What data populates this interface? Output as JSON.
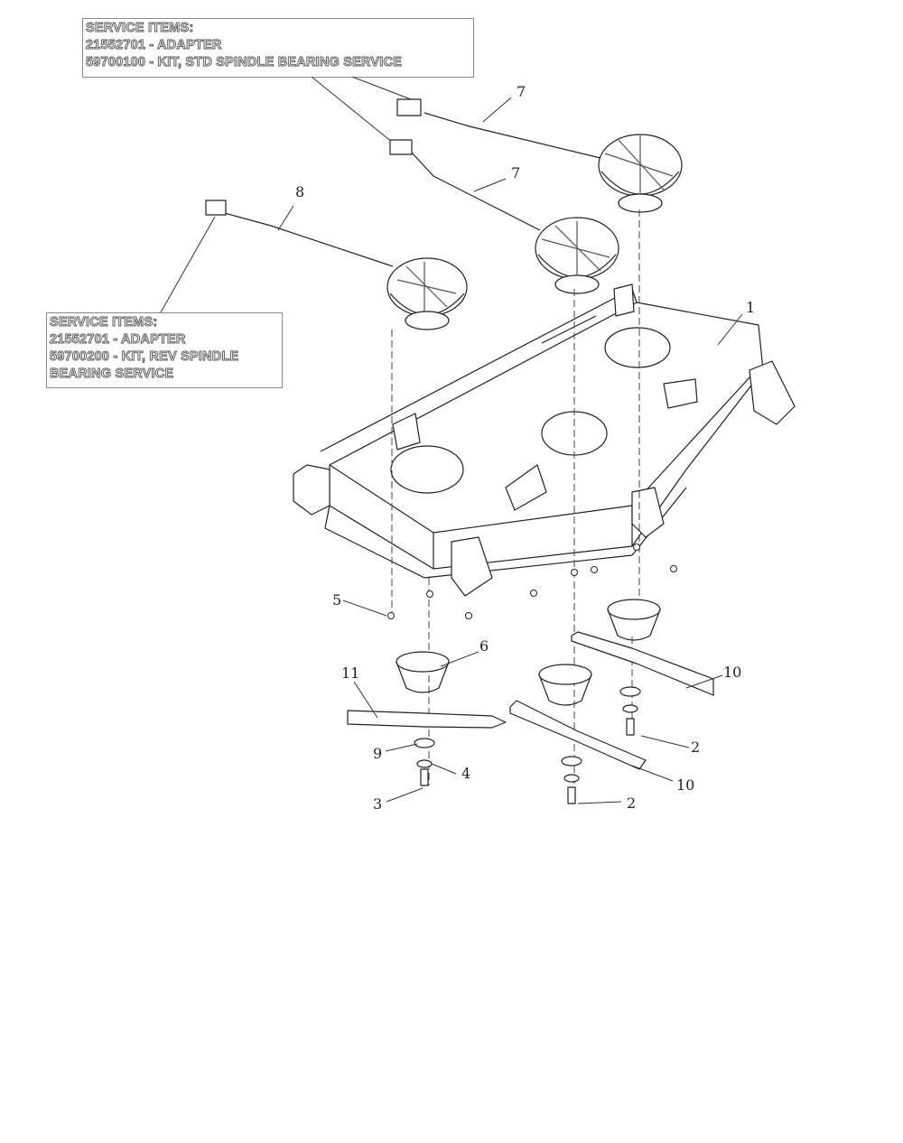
{
  "callout_std": {
    "title": "SERVICE ITEMS:",
    "lines": [
      "21552701 - ADAPTER",
      "59700100 - KIT, STD SPINDLE BEARING SERVICE"
    ]
  },
  "callout_rev": {
    "title": "SERVICE ITEMS:",
    "lines": [
      "21552701 - ADAPTER",
      "59700200 - KIT, REV SPINDLE",
      "BEARING SERVICE"
    ]
  },
  "parts": {
    "p1": "1",
    "p2a": "2",
    "p2b": "2",
    "p3": "3",
    "p4": "4",
    "p5": "5",
    "p6": "6",
    "p7a": "7",
    "p7b": "7",
    "p8": "8",
    "p9": "9",
    "p10a": "10",
    "p10b": "10",
    "p11": "11"
  }
}
